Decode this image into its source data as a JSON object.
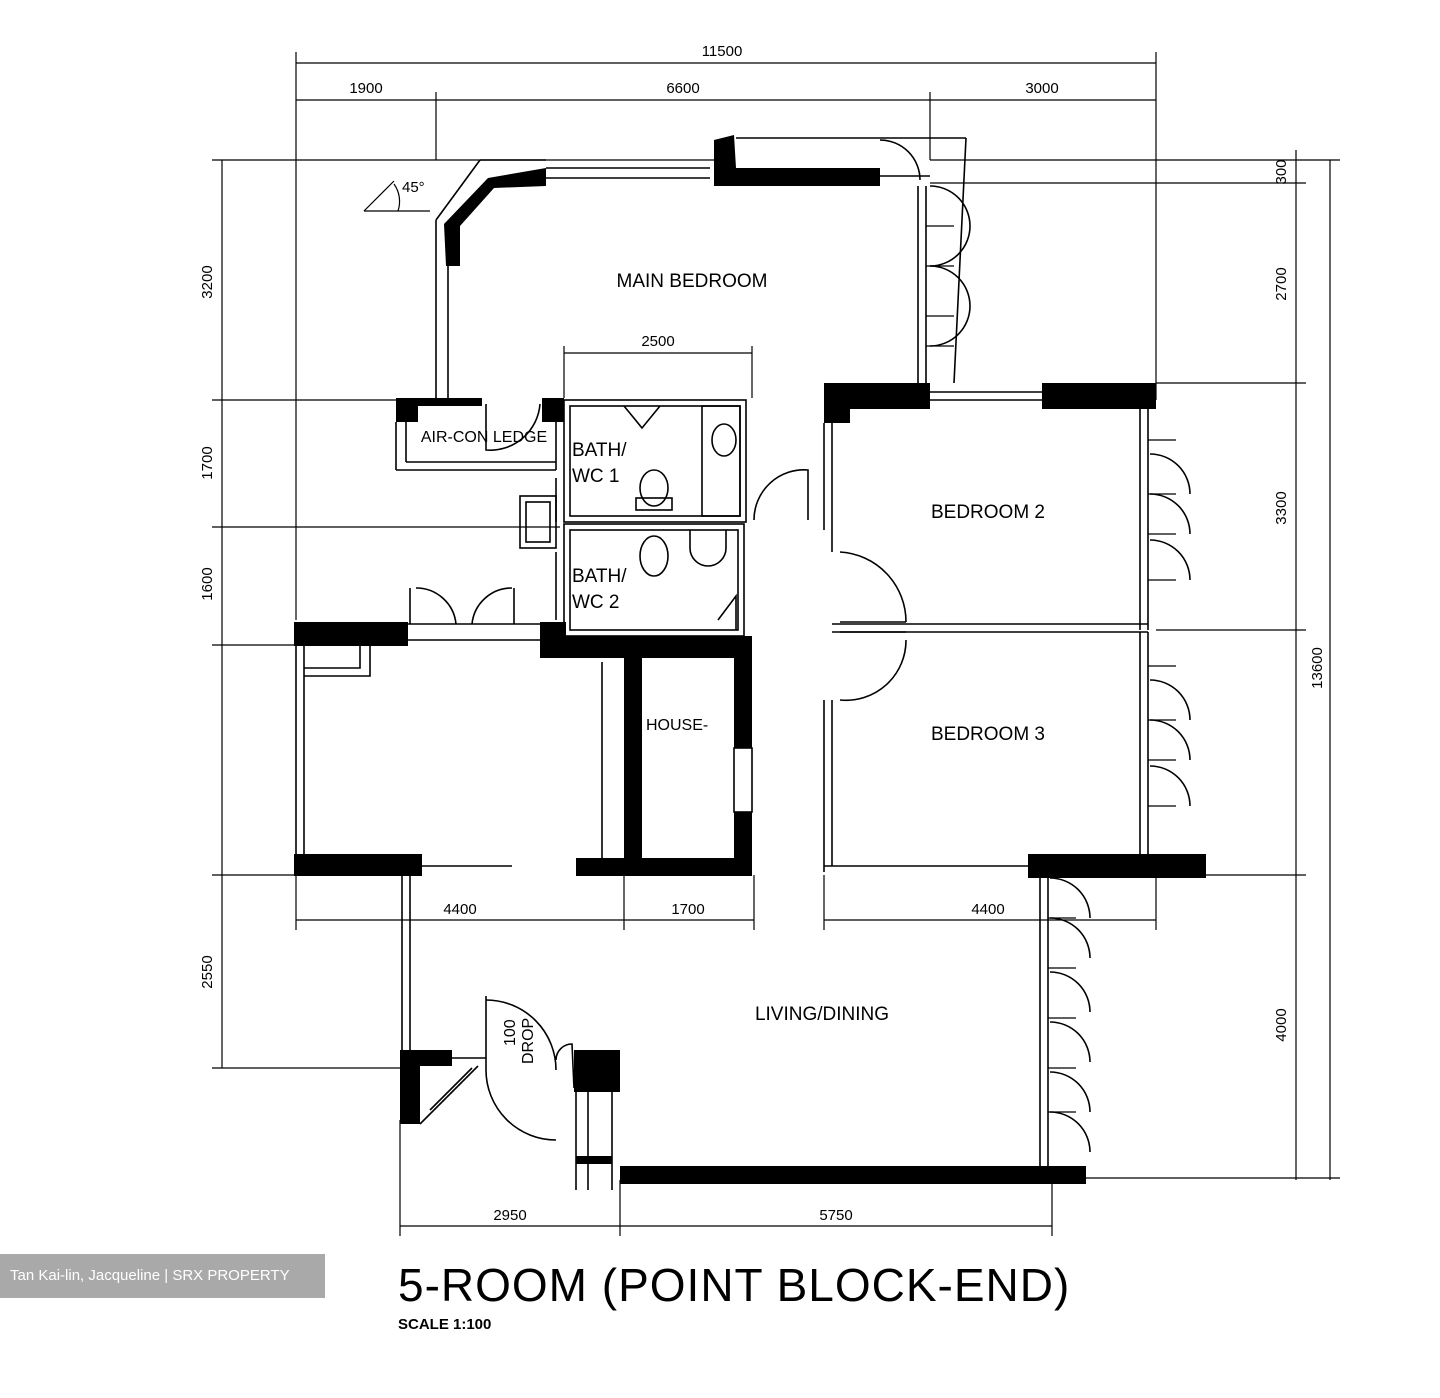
{
  "plan": {
    "title": "5-ROOM (POINT BLOCK-END)",
    "scale": "SCALE 1:100",
    "angle_label": "45°"
  },
  "rooms": {
    "main_bedroom": "MAIN BEDROOM",
    "bedroom_2": "BEDROOM 2",
    "bedroom_3": "BEDROOM 3",
    "bath_wc_1": [
      "BATH/",
      "WC 1"
    ],
    "bath_wc_2": [
      "BATH/",
      "WC 2"
    ],
    "aircon_ledge": "AIR-CON LEDGE",
    "household_shelter": "HOUSE-",
    "living_dining": "LIVING/DINING",
    "refuse_drop": [
      "100",
      "DROP"
    ]
  },
  "dimensions": {
    "top_total": "11500",
    "top_1": "1900",
    "top_2": "6600",
    "top_3": "3000",
    "bath_width": "2500",
    "left_1": "3200",
    "left_2": "1700",
    "left_3": "1600",
    "left_5": "2550",
    "right_1": "300",
    "right_2": "2700",
    "right_3": "3300",
    "right_5": "4000",
    "right_total": "13600",
    "mid_1": "4400",
    "mid_2": "1700",
    "mid_3": "4400",
    "bottom_1": "2950",
    "bottom_2": "5750"
  },
  "watermark": "Tan Kai-lin, Jacqueline | SRX PROPERTY"
}
